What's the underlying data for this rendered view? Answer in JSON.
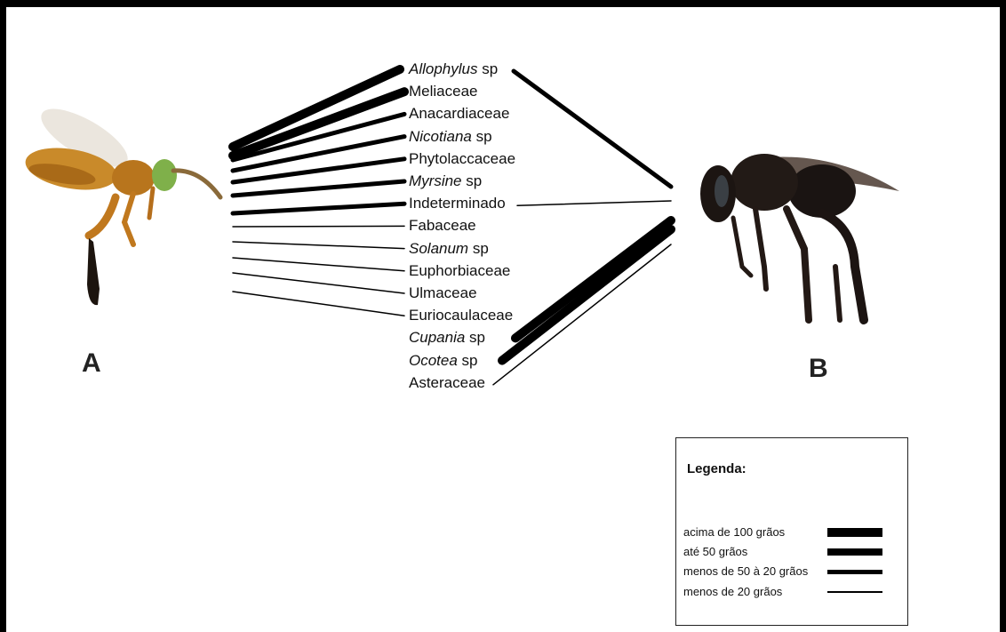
{
  "labels": {
    "bee_a": "A",
    "bee_b": "B"
  },
  "plants": [
    {
      "name": "Allophylus",
      "suffix": " sp",
      "italic": true,
      "a_class": 1,
      "b_class": 3
    },
    {
      "name": "Meliaceae",
      "suffix": "",
      "italic": false,
      "a_class": 1,
      "b_class": null
    },
    {
      "name": "Anacardiaceae",
      "suffix": "",
      "italic": false,
      "a_class": 3,
      "b_class": null
    },
    {
      "name": "Nicotiana",
      "suffix": " sp",
      "italic": true,
      "a_class": 3,
      "b_class": null
    },
    {
      "name": "Phytolaccaceae",
      "suffix": "",
      "italic": false,
      "a_class": 3,
      "b_class": null
    },
    {
      "name": "Myrsine",
      "suffix": " sp",
      "italic": true,
      "a_class": 3,
      "b_class": null
    },
    {
      "name": "Indeterminado",
      "suffix": "",
      "italic": false,
      "a_class": 3,
      "b_class": 4
    },
    {
      "name": "Fabaceae",
      "suffix": "",
      "italic": false,
      "a_class": 4,
      "b_class": null
    },
    {
      "name": "Solanum",
      "suffix": " sp",
      "italic": true,
      "a_class": 4,
      "b_class": null
    },
    {
      "name": "Euphorbiaceae",
      "suffix": "",
      "italic": false,
      "a_class": 4,
      "b_class": null
    },
    {
      "name": "Ulmaceae",
      "suffix": "",
      "italic": false,
      "a_class": 4,
      "b_class": null
    },
    {
      "name": "Euriocaulaceae",
      "suffix": "",
      "italic": false,
      "a_class": 4,
      "b_class": null
    },
    {
      "name": "Cupania",
      "suffix": " sp",
      "italic": true,
      "a_class": null,
      "b_class": 1
    },
    {
      "name": "Ocotea",
      "suffix": "  sp",
      "italic": true,
      "a_class": null,
      "b_class": 1
    },
    {
      "name": "Asteraceae",
      "suffix": "",
      "italic": false,
      "a_class": null,
      "b_class": 4
    }
  ],
  "legend": {
    "title": "Legenda:",
    "items": [
      {
        "label": "acima de 100 grãos",
        "class": 1
      },
      {
        "label": "até 50 grãos",
        "class": 2
      },
      {
        "label": "menos de 50 à 20 grãos",
        "class": 3
      },
      {
        "label": "menos de 20 grãos",
        "class": 4
      }
    ]
  },
  "colors": {
    "line": "#000000",
    "bee_a_body": "#c98a2a",
    "bee_b_body": "#1a1412"
  }
}
